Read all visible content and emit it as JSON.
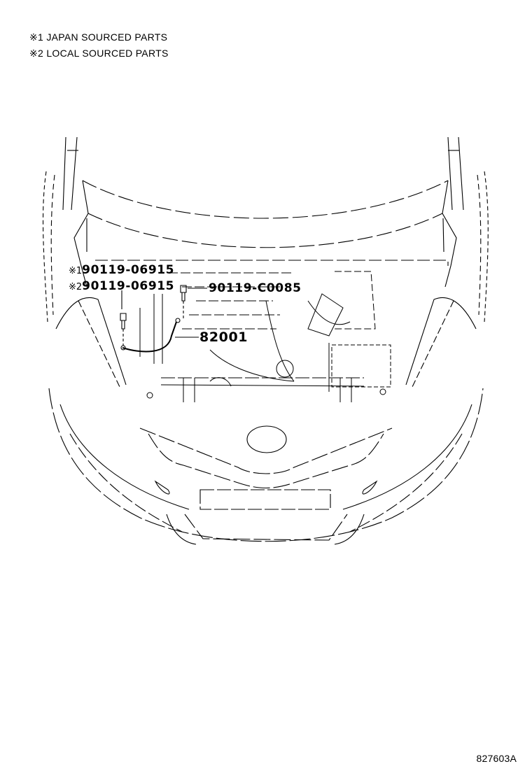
{
  "notes": [
    {
      "mark": "※1",
      "text": "JAPAN SOURCED PARTS"
    },
    {
      "mark": "※2",
      "text": "LOCAL SOURCED PARTS"
    }
  ],
  "callouts": [
    {
      "mark": "※1",
      "part_number": "90119-06915",
      "note": "Japan sourced"
    },
    {
      "mark": "※2",
      "part_number": "90119-06915",
      "note": "Local sourced"
    },
    {
      "mark": "",
      "part_number": "90119-C0085"
    },
    {
      "mark": "",
      "part_number": "82001"
    }
  ],
  "figure_id": "827603A",
  "drawing": {
    "subject": "vehicle front with hood open, engine compartment",
    "line_color": "#000000",
    "background": "#ffffff"
  }
}
